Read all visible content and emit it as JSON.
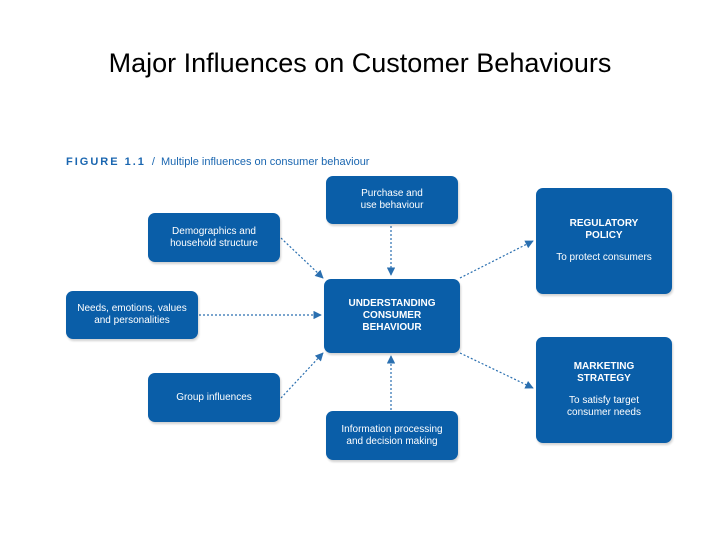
{
  "slide": {
    "title": "Major Influences on Customer Behaviours"
  },
  "figure": {
    "label": "FIGURE 1.1",
    "separator": "/",
    "caption": "Multiple influences on consumer behaviour"
  },
  "nodes": {
    "purchase": {
      "lines": [
        "Purchase and",
        "use behaviour"
      ]
    },
    "demographics": {
      "lines": [
        "Demographics and",
        "household structure"
      ]
    },
    "needs": {
      "lines": [
        "Needs, emotions, values",
        "and personalities"
      ]
    },
    "group": {
      "lines": [
        "Group influences"
      ]
    },
    "information": {
      "lines": [
        "Information processing",
        "and decision making"
      ]
    },
    "center": {
      "lines": [
        "UNDERSTANDING",
        "CONSUMER",
        "BEHAVIOUR"
      ]
    },
    "regulatory": {
      "heading": [
        "REGULATORY",
        "POLICY"
      ],
      "sub": [
        "To protect consumers"
      ]
    },
    "marketing": {
      "heading": [
        "MARKETING",
        "STRATEGY"
      ],
      "sub": [
        "To satisfy target",
        "consumer needs"
      ]
    }
  },
  "colors": {
    "box": "#0a5ea8",
    "arrow": "#2a6fb0",
    "caption": "#1a66b0"
  }
}
